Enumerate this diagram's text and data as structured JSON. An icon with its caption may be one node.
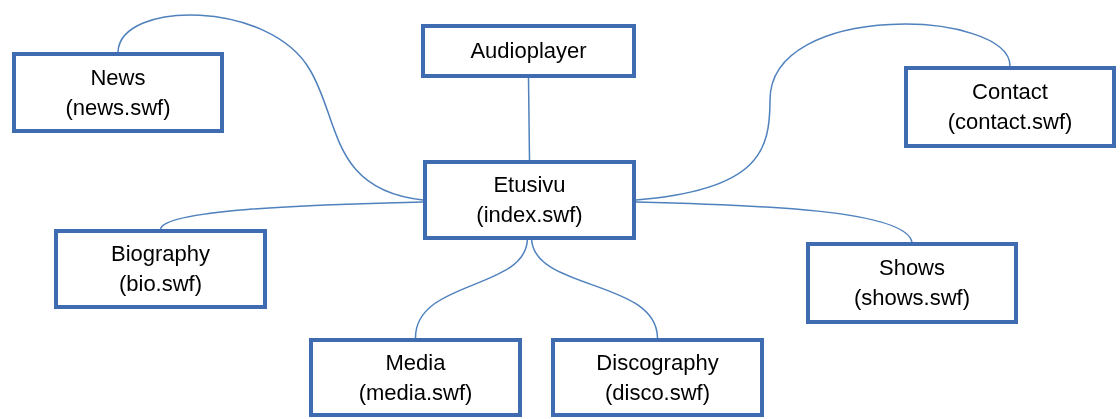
{
  "diagram": {
    "nodes": [
      {
        "text": [
          "News",
          "(news.swf)"
        ]
      },
      {
        "text": [
          "Audioplayer"
        ]
      },
      {
        "text": [
          "Contact",
          "(contact.swf)"
        ]
      },
      {
        "text": [
          "Etusivu",
          "(index.swf)"
        ]
      },
      {
        "text": [
          "Biography",
          "(bio.swf)"
        ]
      },
      {
        "text": [
          "Shows",
          "(shows.swf)"
        ]
      },
      {
        "text": [
          "Media",
          "(media.swf)"
        ]
      },
      {
        "text": [
          "Discography",
          "(disco.swf)"
        ]
      }
    ],
    "edges": [
      {
        "from": 3,
        "to": 0,
        "arrow": "none"
      },
      {
        "from": 3,
        "to": 1,
        "arrow": "none"
      },
      {
        "from": 3,
        "to": 2,
        "arrow": "none"
      },
      {
        "from": 3,
        "to": 4,
        "arrow": "none"
      },
      {
        "from": 3,
        "to": 5,
        "arrow": "none"
      },
      {
        "from": 3,
        "to": 6,
        "arrow": "none"
      },
      {
        "from": 3,
        "to": 7,
        "arrow": "none"
      }
    ]
  }
}
